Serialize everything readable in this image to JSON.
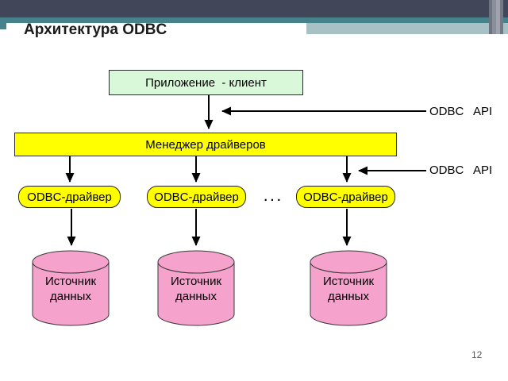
{
  "colors": {
    "header-dark": "#424659",
    "header-teal": "#45828C",
    "header-light": "#A7C1C5",
    "box-green": "#D9F8D9",
    "box-yellow": "#FFFF00",
    "cylinder-pink": "#F5A3CC",
    "line-black": "#000000",
    "page-number-gray": "#595959"
  },
  "slide": {
    "title": "Архитектура ODBC",
    "page_number": "12"
  },
  "diagram": {
    "client_label": "Приложение  - клиент",
    "manager_label": "Менеджер драйверов",
    "drivers": [
      "ODBC-драйвер",
      "ODBC-драйвер",
      "ODBC-драйвер"
    ],
    "ellipsis": ". . .",
    "data_sources": [
      "Источник данных",
      "Источник данных",
      "Источник данных"
    ],
    "api_labels": [
      "ODBC   API",
      "ODBC   API"
    ]
  }
}
